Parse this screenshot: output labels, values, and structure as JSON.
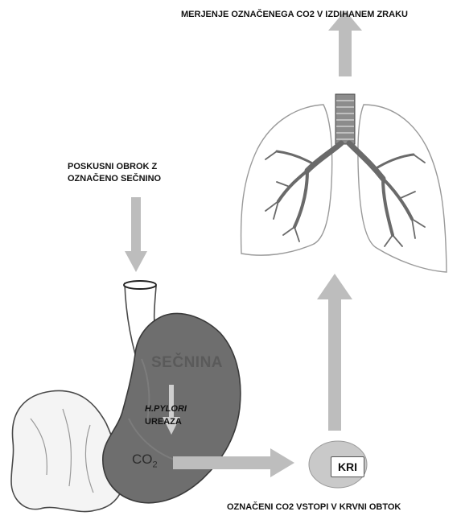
{
  "labels": {
    "exhaled_measurement": "MERJENJE OZNAČENEGA CO2 V IZDIHANEM ZRAKU",
    "test_meal_line1": "POSKUSNI OBROK Z",
    "test_meal_line2": "OZNAČENO SEČNINO",
    "urea": "SEČNINA",
    "h_pylori": "H.PYLORI",
    "urease": "UREAZA",
    "co2_base": "CO",
    "co2_sub": "2",
    "blood": "KRI",
    "co2_to_blood": "OZNAČENI CO2 VSTOPI V KRVNI OBTOK"
  },
  "colors": {
    "arrow": "#bdbdbd",
    "stomach": "#6e6e6e",
    "stomach_inner": "#7c7c7c",
    "organ_outline": "#4a4a4a",
    "lung_outline": "#9a9a9a",
    "bronchi": "#6a6a6a",
    "blood_drop": "#c9c9c9"
  }
}
